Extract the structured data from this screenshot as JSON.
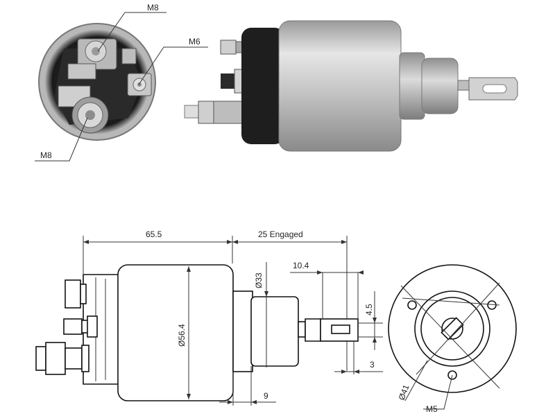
{
  "photo_callouts": {
    "terminal_top": "M8",
    "terminal_right": "M6",
    "terminal_bottom": "M8"
  },
  "dimensions": {
    "body_length": "65.5",
    "stroke": "25 Engaged",
    "tab_width": "10.4",
    "plunger_diameter": "Ø33",
    "body_diameter": "Ø56.4",
    "tab_hole": "4.5",
    "tab_thickness": "3",
    "plunger_offset": "9",
    "bolt_circle": "Ø41",
    "mount_thread": "M5"
  },
  "colors": {
    "body_metal": "#c9c9c9",
    "cap_dark": "#1e1e1e",
    "line": "#111111"
  }
}
